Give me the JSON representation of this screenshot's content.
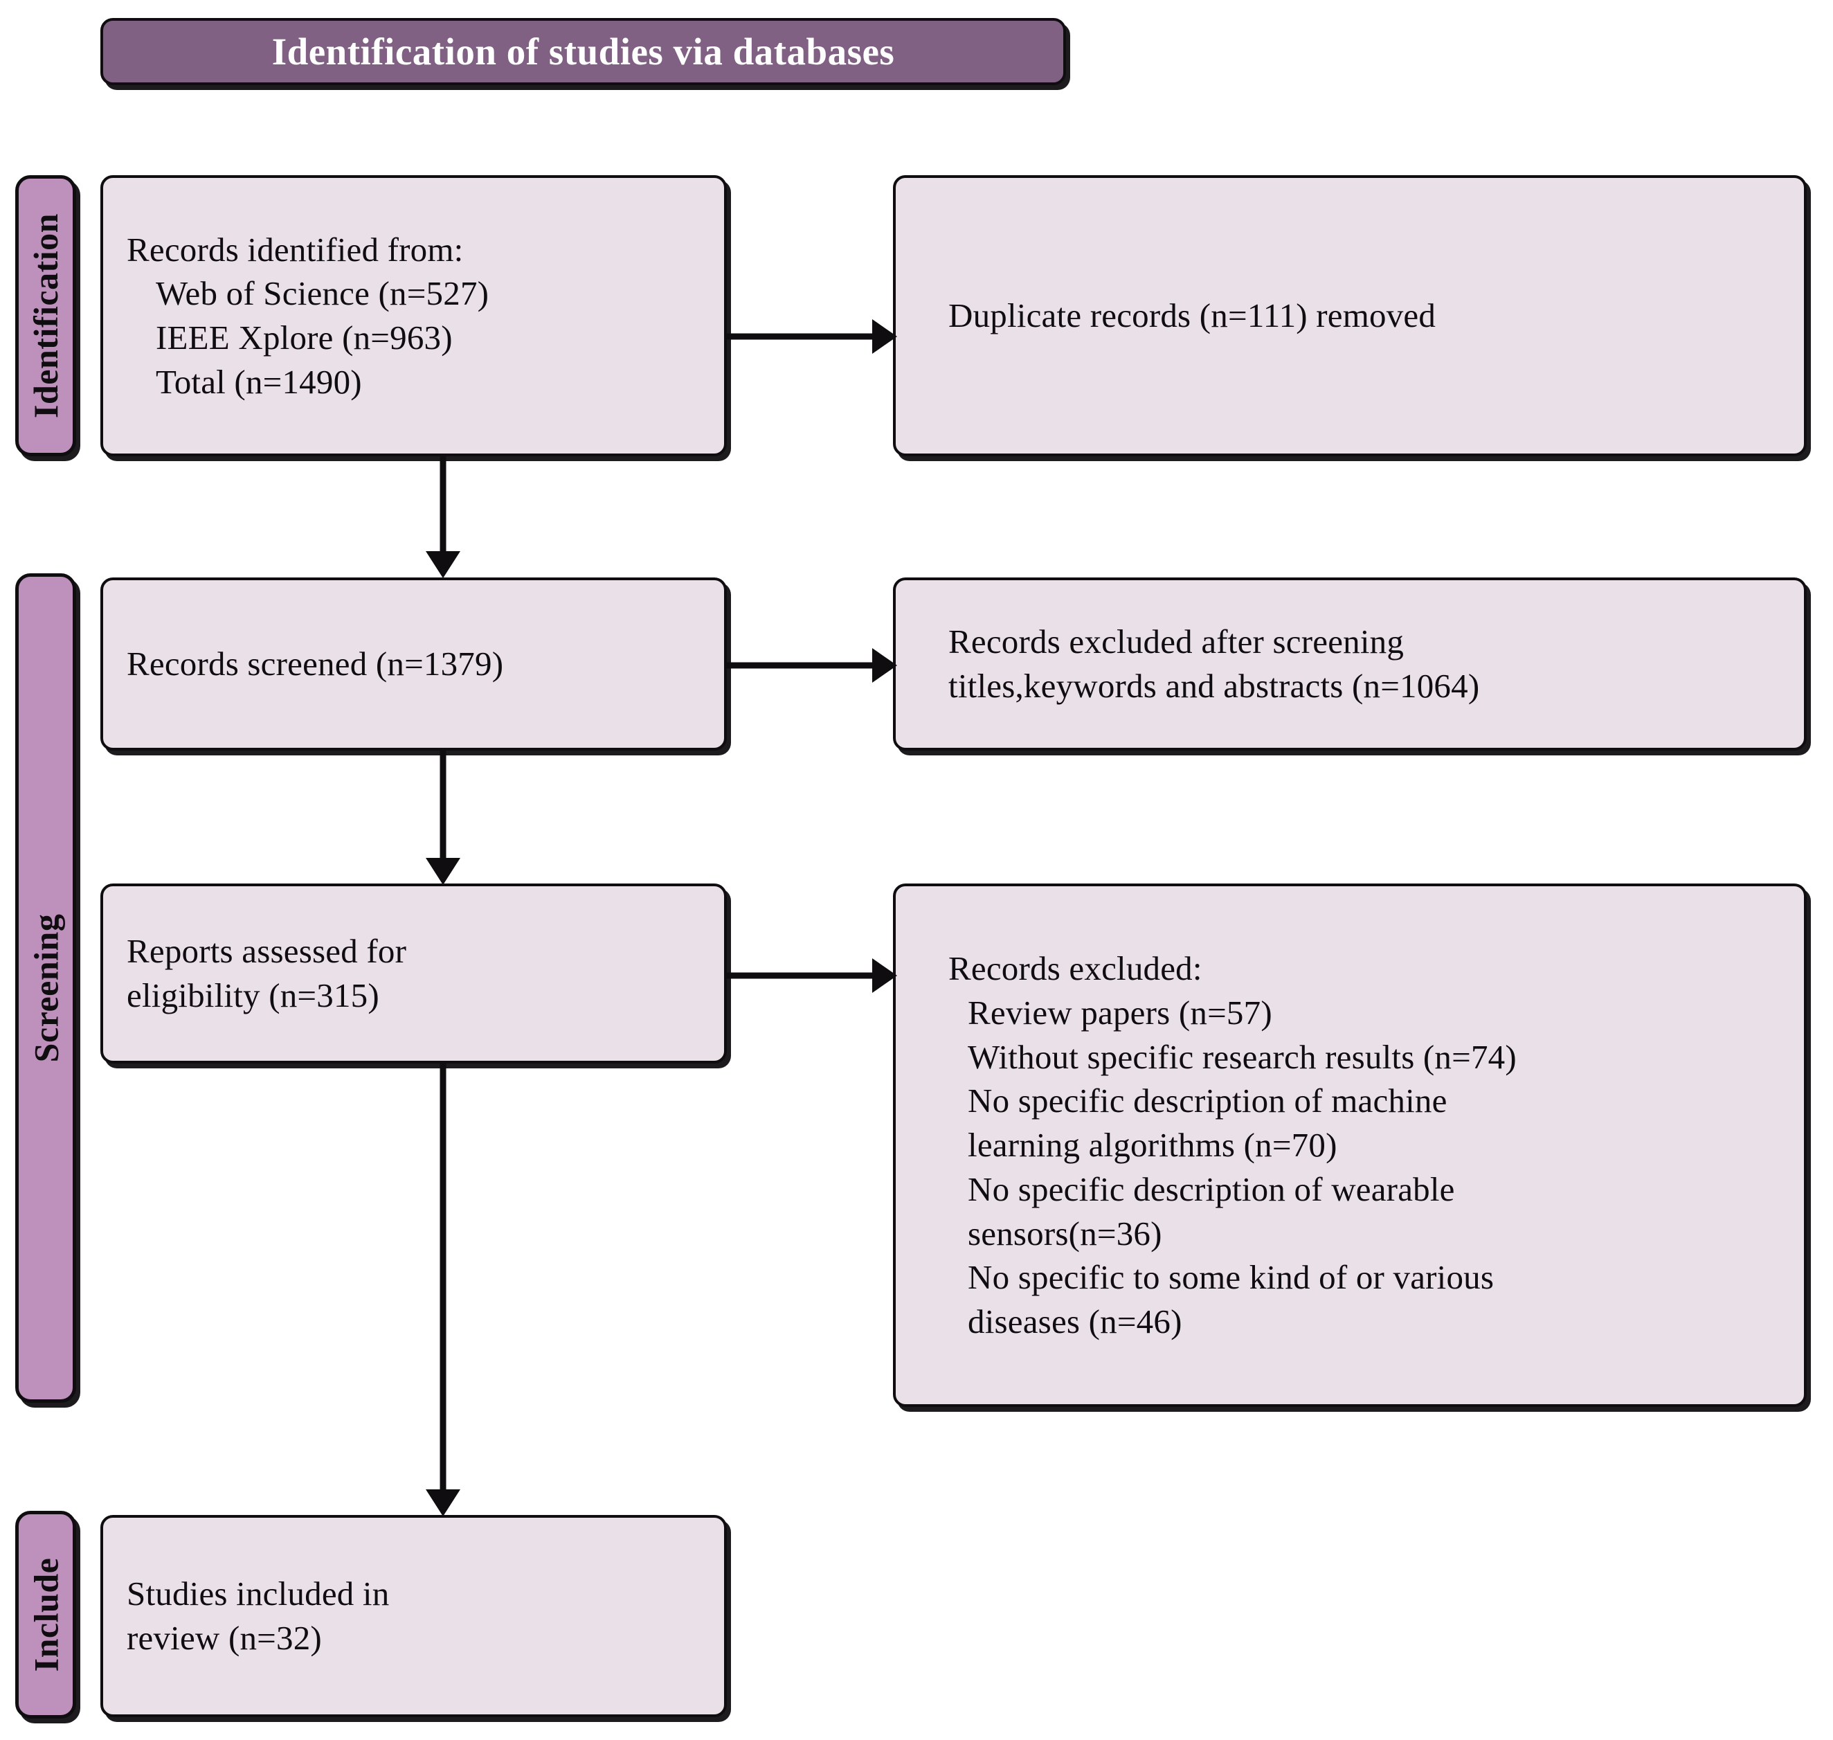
{
  "diagram": {
    "title": "Identification of studies via databases",
    "type": "prisma-flow-diagram",
    "colors": {
      "banner_fill": "#806184",
      "phase_fill": "#BD91BB",
      "node_fill": "#EAE0E7",
      "border": "#100d10",
      "banner_text": "#ffffff",
      "body_text": "#100d10"
    }
  },
  "phases": [
    {
      "id": "identification",
      "label": "Identification"
    },
    {
      "id": "screening",
      "label": "Screening"
    },
    {
      "id": "include",
      "label": "Include"
    }
  ],
  "nodes": {
    "identified": {
      "lines": [
        "Records identified from:",
        "Web of Science (n=527)",
        "IEEE Xplore (n=963)",
        "Total (n=1490)"
      ]
    },
    "duplicates": {
      "lines": [
        "Duplicate records (n=111) removed"
      ]
    },
    "screened": {
      "lines": [
        "Records screened (n=1379)"
      ]
    },
    "screen_excluded": {
      "lines": [
        "Records excluded after screening",
        "titles,keywords and abstracts (n=1064)"
      ]
    },
    "eligibility": {
      "lines": [
        "Reports assessed for",
        "eligibility (n=315)"
      ]
    },
    "eligibility_excluded": {
      "heading": "Records excluded:",
      "items": [
        "Review papers (n=57)",
        "Without specific research results (n=74)",
        "No specific description of machine",
        "learning algorithms (n=70)",
        "No specific description of wearable",
        "sensors(n=36)",
        "No specific to some kind of or various",
        "diseases (n=46)"
      ]
    },
    "included": {
      "lines": [
        "Studies included in",
        "review (n=32)"
      ]
    }
  },
  "counts": {
    "web_of_science": 527,
    "ieee_xplore": 963,
    "total_identified": 1490,
    "duplicates_removed": 111,
    "records_screened": 1379,
    "records_excluded_screening": 1064,
    "reports_assessed": 315,
    "excluded_review_papers": 57,
    "excluded_no_results": 74,
    "excluded_no_ml_description": 70,
    "excluded_no_sensor_description": 36,
    "excluded_not_disease_specific": 46,
    "studies_included": 32
  }
}
